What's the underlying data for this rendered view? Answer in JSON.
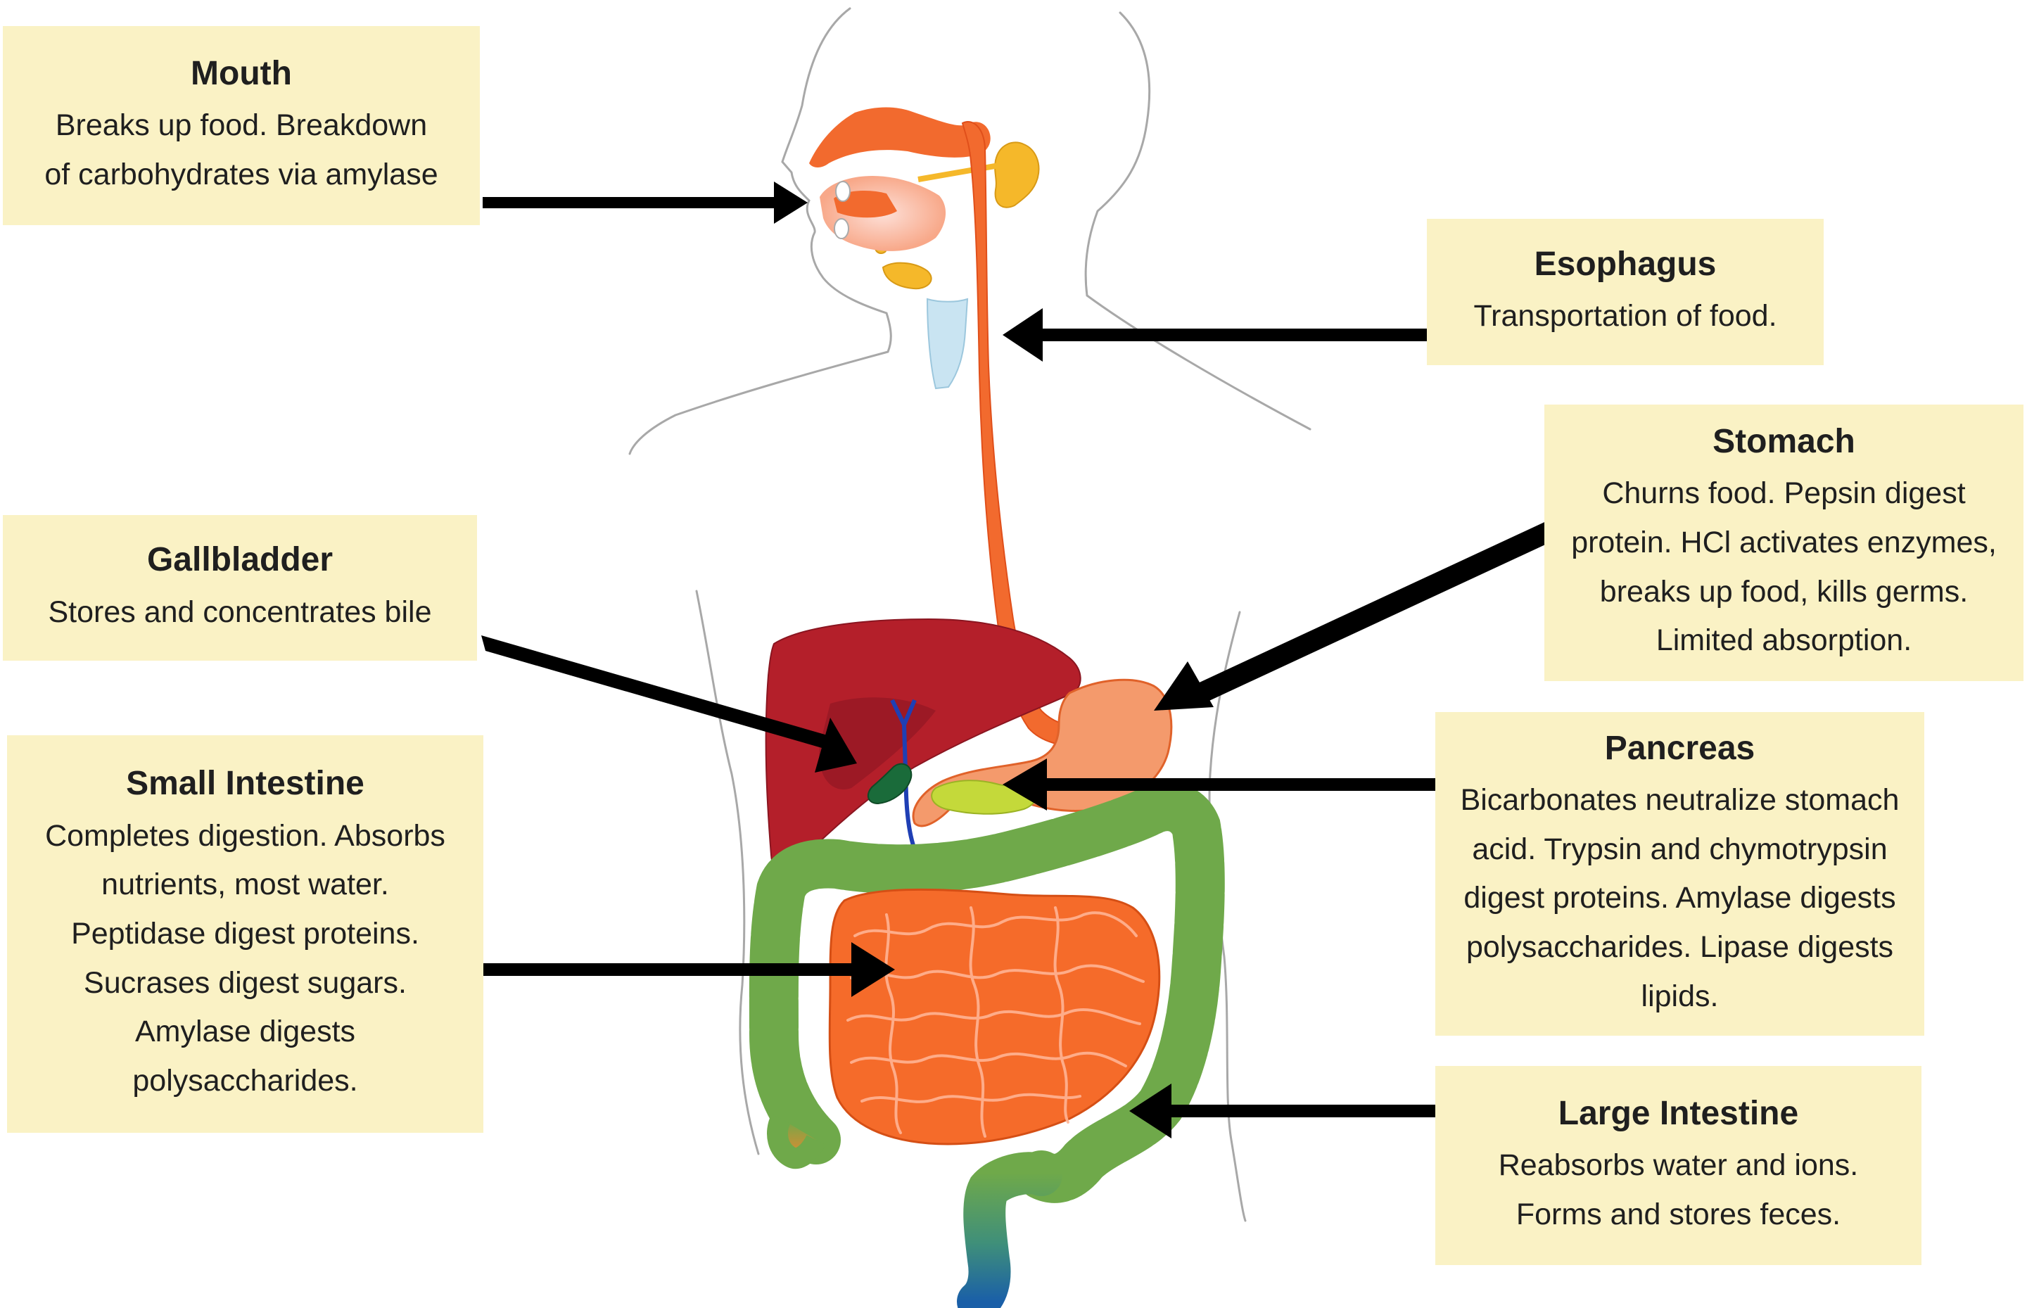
{
  "diagram": {
    "labels": {
      "mouth": {
        "title": "Mouth",
        "lines": [
          "Breaks up food. Breakdown",
          "of carbohydrates via amylase"
        ]
      },
      "esophagus": {
        "title": "Esophagus",
        "lines": [
          "Transportation of food."
        ]
      },
      "stomach": {
        "title": "Stomach",
        "lines": [
          "Churns food. Pepsin digest",
          "protein. HCl activates enzymes,",
          "breaks up food, kills germs.",
          "Limited absorption."
        ]
      },
      "gallbladder": {
        "title": "Gallbladder",
        "lines": [
          "Stores and concentrates bile"
        ]
      },
      "small_intestine": {
        "title": "Small Intestine",
        "lines": [
          "Completes digestion. Absorbs",
          "nutrients, most water.",
          "Peptidase digest proteins.",
          "Sucrases digest sugars.",
          "Amylase digests",
          "polysaccharides."
        ]
      },
      "pancreas": {
        "title": "Pancreas",
        "lines": [
          "Bicarbonates neutralize stomach",
          "acid. Trypsin and chymotrypsin",
          "digest proteins. Amylase digests",
          "polysaccharides. Lipase digests",
          "lipids."
        ]
      },
      "large_intestine": {
        "title": "Large Intestine",
        "lines": [
          "Reabsorbs water and ions.",
          "Forms and stores feces."
        ]
      }
    },
    "colors": {
      "label_background": "#faf2c5",
      "arrow": "#000000",
      "body_outline": "#a8a8a8",
      "esophagus": "#f26a2e",
      "liver": "#b41f2a",
      "gallbladder": "#1a6b3a",
      "stomach": "#f49a6c",
      "small_intestine": "#f56b2a",
      "large_intestine": "#6fa94a",
      "rectum": "#1a5fa8",
      "salivary_gland": "#f5b82a",
      "trachea": "#c9e4f2"
    }
  }
}
